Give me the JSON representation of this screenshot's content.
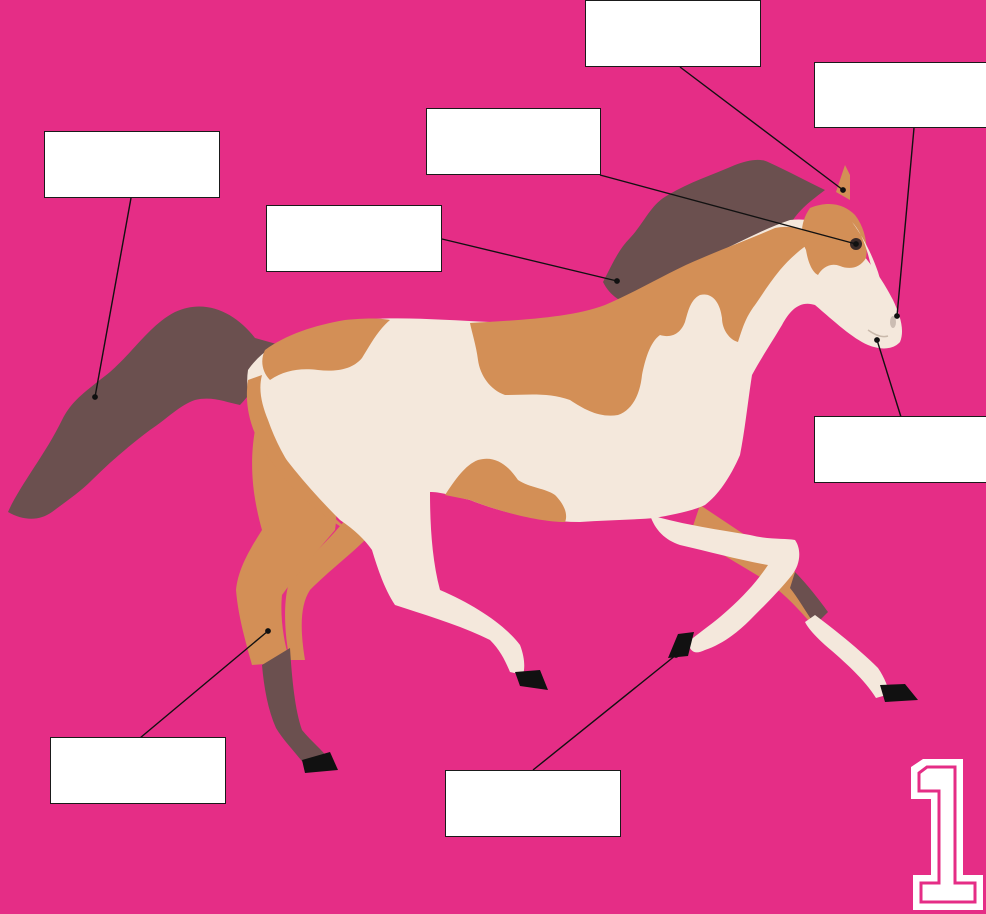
{
  "worksheet": {
    "page_number": "1",
    "label_boxes": [
      {
        "id": "ear",
        "text": ""
      },
      {
        "id": "nostril",
        "text": ""
      },
      {
        "id": "eye",
        "text": ""
      },
      {
        "id": "tail",
        "text": ""
      },
      {
        "id": "mane",
        "text": ""
      },
      {
        "id": "mouth",
        "text": ""
      },
      {
        "id": "leg",
        "text": ""
      },
      {
        "id": "hoof",
        "text": ""
      }
    ]
  },
  "colors": {
    "background": "#e52d86",
    "coat_brown": "#d38f56",
    "coat_cream": "#f4e8dc",
    "mane_tail": "#6b504f",
    "hoof": "#111111",
    "label_bg": "#ffffff",
    "leader_line": "#111111"
  }
}
